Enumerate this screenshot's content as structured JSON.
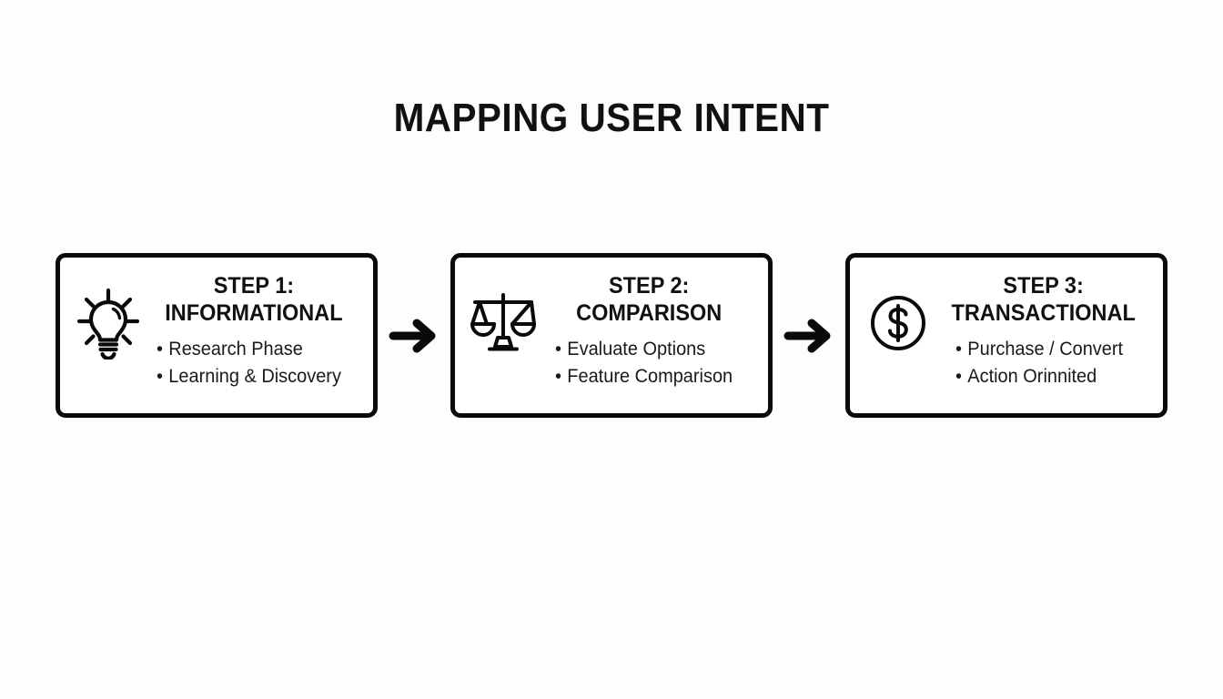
{
  "slide": {
    "title": "MAPPING USER INTENT",
    "background_color": "#fdfdfd",
    "ink_color": "#0a0a0a"
  },
  "diagram": {
    "type": "process-flow",
    "orientation": "horizontal",
    "connector": "arrow-right",
    "steps": [
      {
        "icon": "lightbulb-icon",
        "heading_line1": "STEP 1:",
        "heading_line2": "INFORMATIONAL",
        "bullets": [
          "Research Phase",
          "Learning & Discovery"
        ]
      },
      {
        "icon": "balance-scales-icon",
        "heading_line1": "STEP 2:",
        "heading_line2": "COMPARISON",
        "bullets": [
          "Evaluate Options",
          "Feature Comparison"
        ]
      },
      {
        "icon": "dollar-circle-icon",
        "heading_line1": "STEP 3:",
        "heading_line2": "TRANSACTIONAL",
        "bullets": [
          "Purchase / Convert",
          "Action Orinnited"
        ]
      }
    ]
  }
}
